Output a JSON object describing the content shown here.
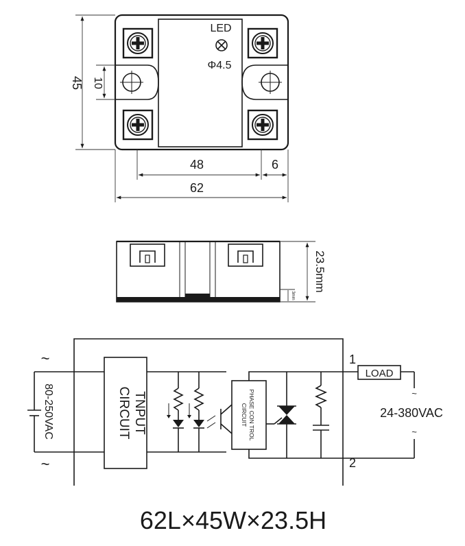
{
  "top_view": {
    "dim_height": "45",
    "dim_hole_spacing": "10",
    "dim_inner_width": "48",
    "dim_edge": "6",
    "dim_total_width": "62",
    "led_label": "LED",
    "led_diameter": "Φ4.5"
  },
  "side_view": {
    "dim_height": "23.5mm",
    "dim_base": "3mm"
  },
  "schematic": {
    "input_block_line1": "TNPUT",
    "input_block_line2": "CIRCUIT",
    "phase_block_line1": "PHASE CON TROL",
    "phase_block_line2": "CIRCUIT",
    "input_voltage": "80-250VAC",
    "ac_symbol_top": "~",
    "ac_symbol_bottom": "~",
    "terminal_1": "1",
    "terminal_2": "2",
    "load_label": "LOAD",
    "output_voltage": "24-380VAC",
    "output_ac_top": "~",
    "output_ac_bottom": "~"
  },
  "footer": {
    "dimensions_caption": "62L×45W×23.5H"
  }
}
